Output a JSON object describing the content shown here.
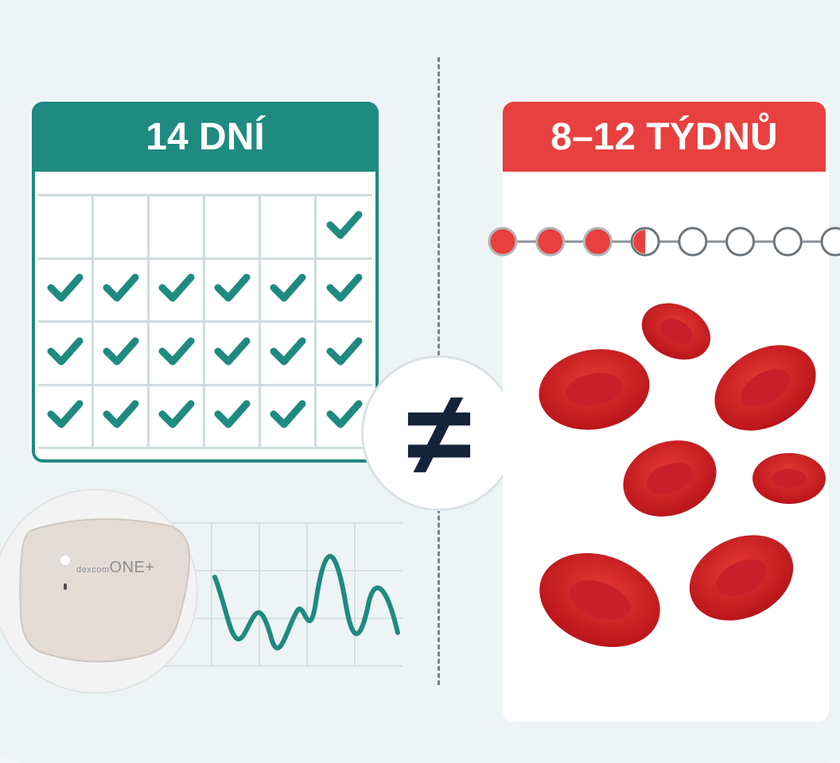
{
  "left_panel": {
    "title": "14 DNÍ",
    "accent_color": "#1f8a80",
    "calendar_checks": [
      [
        false,
        false,
        false,
        false,
        false,
        true
      ],
      [
        true,
        true,
        true,
        true,
        true,
        true
      ],
      [
        true,
        true,
        true,
        true,
        true,
        true
      ],
      [
        true,
        true,
        true,
        true,
        true,
        true
      ]
    ],
    "sensor_brand": "dexcom",
    "sensor_model": "ONE+"
  },
  "divider_symbol": "≠",
  "right_panel": {
    "title": "8–12 TÝDNŮ",
    "accent_color": "#e8403e",
    "progress_filled": 3.5,
    "progress_total": 8,
    "illustration": "red-blood-cells"
  }
}
